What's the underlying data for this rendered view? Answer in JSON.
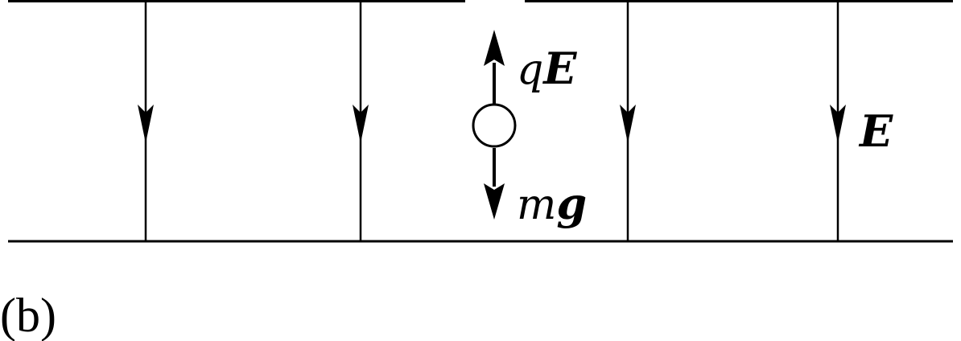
{
  "labels": {
    "force_up_prefix": "q",
    "force_up_vector": "E",
    "force_down_prefix": "m",
    "force_down_vector": "g",
    "field_label": "E",
    "part_label": "(b)"
  },
  "colors": {
    "stroke": "#000000",
    "background": "#ffffff",
    "particle_fill": "#ffffff"
  }
}
